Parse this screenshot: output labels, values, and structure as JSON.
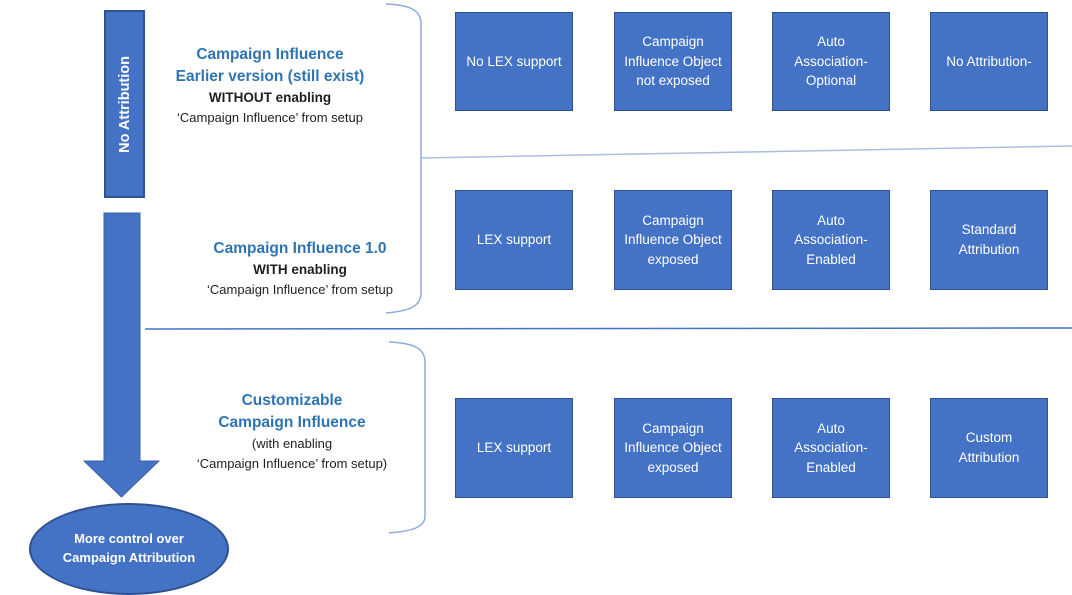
{
  "colors": {
    "box_fill": "#4472C4",
    "box_border": "#2F528F",
    "heading_blue": "#2E74B5",
    "bracket_line": "#8FAADC",
    "diagonal_separator": "#A9BFDF",
    "horizontal_separator": "#4472C4",
    "box_text": "#FFFFFF",
    "body_text": "#1F1F1F"
  },
  "left_rail": {
    "bar_label": "No Attribution",
    "ellipse_label": "More control over Campaign Attribution"
  },
  "rows": [
    {
      "title1": "Campaign Influence",
      "title2": "Earlier version (still exist)",
      "sub1": "WITHOUT enabling",
      "sub2": "‘Campaign Influence’ from setup",
      "boxes": [
        "No LEX support",
        "Campaign Influence Object not exposed",
        "Auto Association- Optional",
        "No Attribution-"
      ]
    },
    {
      "title1": "Campaign Influence 1.0",
      "sub1": "WITH enabling",
      "sub2": "‘Campaign Influence’ from setup",
      "boxes": [
        "LEX support",
        "Campaign Influence Object exposed",
        "Auto Association- Enabled",
        "Standard Attribution"
      ]
    },
    {
      "title1": "Customizable",
      "title2": "Campaign Influence",
      "sub1": "(with enabling",
      "sub2": "‘Campaign Influence’ from setup)",
      "boxes": [
        "LEX support",
        "Campaign Influence Object exposed",
        "Auto Association- Enabled",
        "Custom Attribution"
      ]
    }
  ]
}
